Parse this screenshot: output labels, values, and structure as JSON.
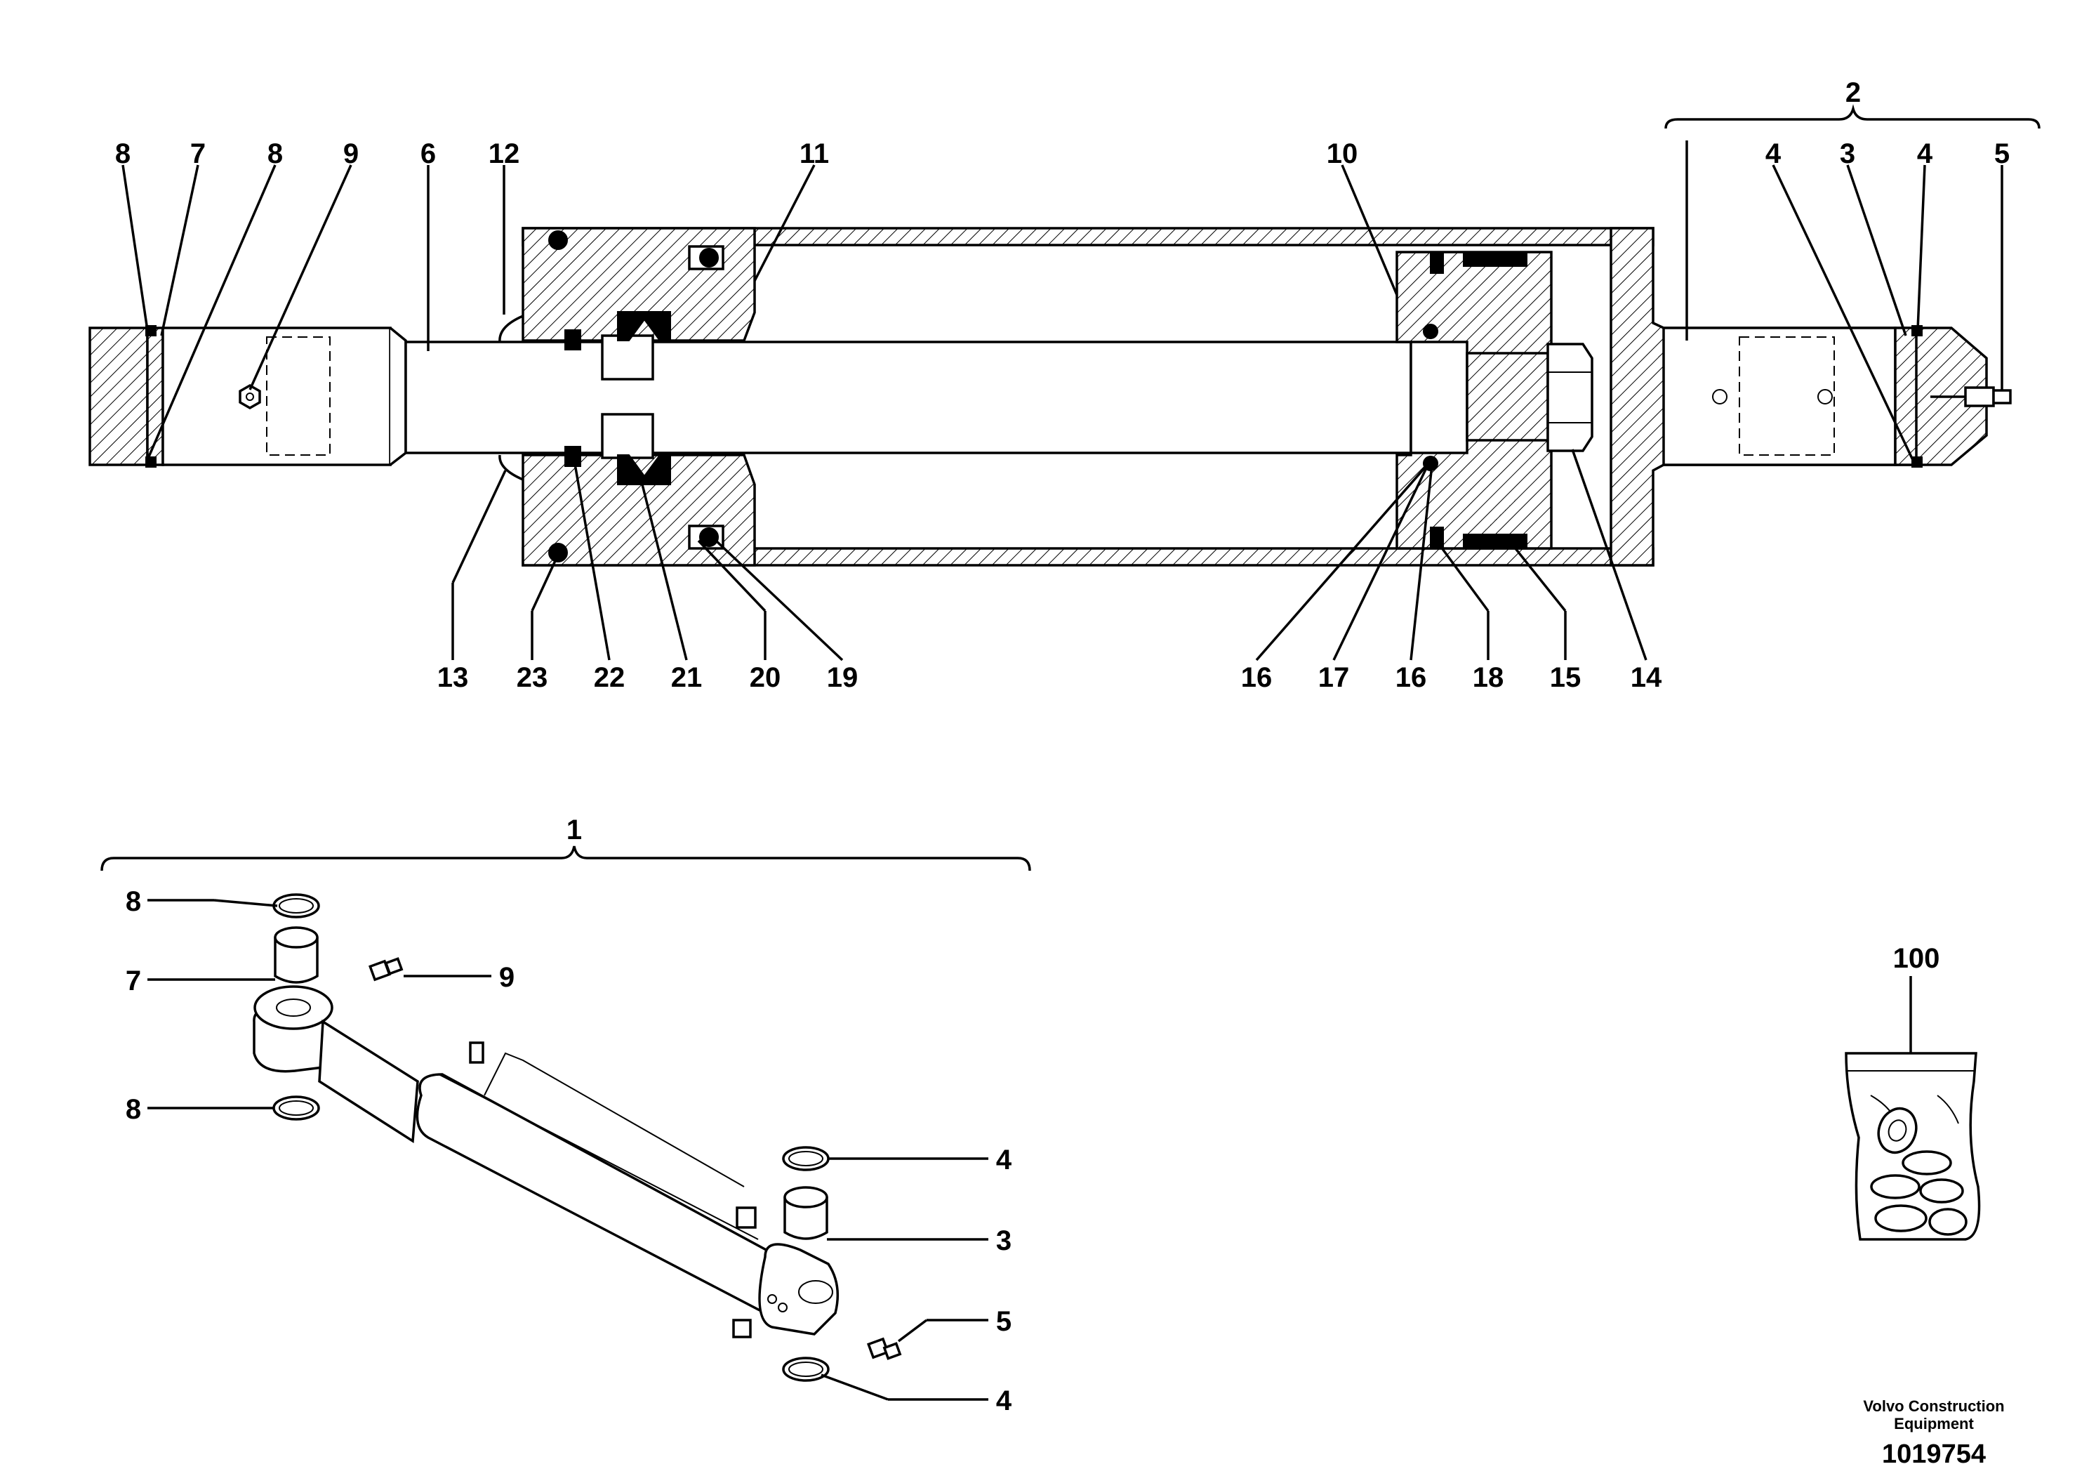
{
  "diagram": {
    "section_callouts": {
      "c8a": "8",
      "c7": "7",
      "c8b": "8",
      "c9": "9",
      "c6": "6",
      "c12": "12",
      "c11": "11",
      "c10": "10",
      "c2": "2",
      "c4a": "4",
      "c3": "3",
      "c4b": "4",
      "c5": "5",
      "c13": "13",
      "c23": "23",
      "c22": "22",
      "c21": "21",
      "c20": "20",
      "c19": "19",
      "c16a": "16",
      "c17": "17",
      "c16b": "16",
      "c18": "18",
      "c15": "15",
      "c14": "14"
    },
    "assembly_callouts": {
      "c1": "1",
      "c8a": "8",
      "c7": "7",
      "c9": "9",
      "c8b": "8",
      "c4a": "4",
      "c3": "3",
      "c5": "5",
      "c4b": "4"
    },
    "kit_callout": "100"
  },
  "footer": {
    "company_line1": "Volvo Construction",
    "company_line2": "Equipment",
    "drawing_number": "1019754"
  }
}
